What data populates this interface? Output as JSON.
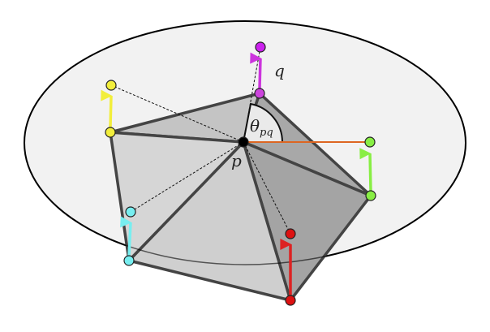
{
  "labels": {
    "q": "q",
    "p": "p",
    "theta": "θ",
    "theta_sub": "pq"
  },
  "colors": {
    "yellow": "#f2ee3c",
    "magenta": "#cc33dd",
    "green": "#88ee44",
    "cyan": "#77eef0",
    "red": "#dd1111",
    "orange": "#dd6622"
  }
}
